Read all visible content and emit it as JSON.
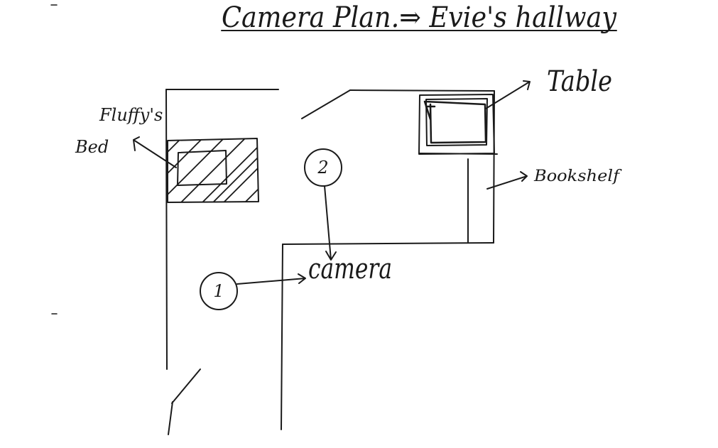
{
  "title": "Camera  Plan.⇒ Evie's hallway",
  "labels": {
    "fluffy_line1": "Fluffy's",
    "fluffy_line2": "Bed",
    "table": "Table",
    "bookshelf": "Bookshelf",
    "camera": "camera"
  },
  "markers": [
    {
      "id": "1",
      "label": "1"
    },
    {
      "id": "2",
      "label": "2"
    }
  ],
  "colors": {
    "ink": "#1a1a1a",
    "paper": "#ffffff"
  }
}
